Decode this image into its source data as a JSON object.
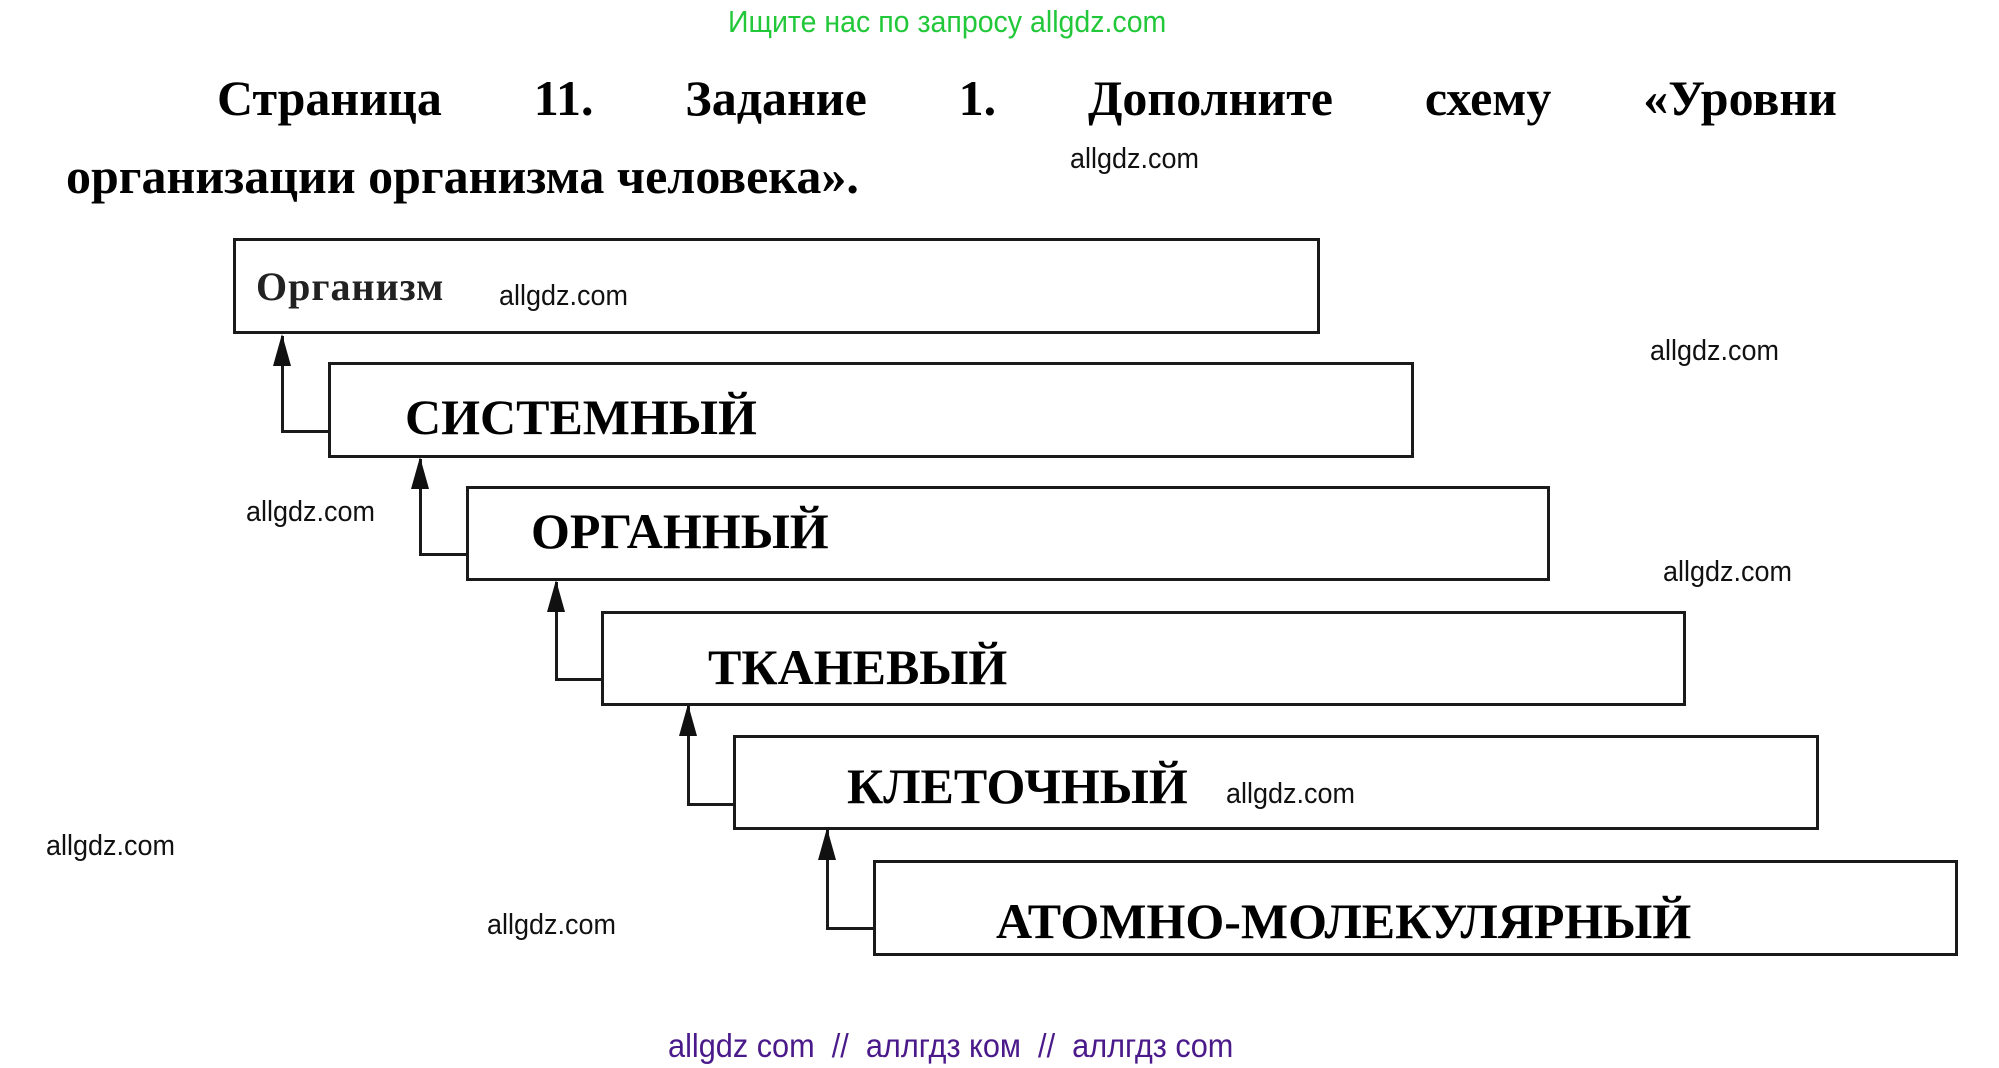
{
  "banner": {
    "text": "Ищите нас по запросу allgdz.com",
    "color": "#22C83A"
  },
  "title": {
    "line1_words": [
      "Страница",
      "11.",
      "Задание",
      "1.",
      "Дополните",
      "схему",
      "«Уровни"
    ],
    "line2": "организации организма человека»."
  },
  "diagram": {
    "boxes": [
      {
        "label": "Организм"
      },
      {
        "label": "СИСТЕМНЫЙ"
      },
      {
        "label": "ОРГАННЫЙ"
      },
      {
        "label": "ТКАНЕВЫЙ"
      },
      {
        "label": "КЛЕТОЧНЫЙ"
      },
      {
        "label": "АТОМНО-МОЛЕКУЛЯРНЫЙ"
      }
    ],
    "arrow_direction": "up"
  },
  "watermarks": [
    {
      "text": "allgdz.com"
    },
    {
      "text": "allgdz.com"
    },
    {
      "text": "allgdz.com"
    },
    {
      "text": "allgdz.com"
    },
    {
      "text": "allgdz.com"
    },
    {
      "text": "allgdz.com"
    },
    {
      "text": "allgdz.com"
    },
    {
      "text": "allgdz.com"
    }
  ],
  "footer": {
    "text": "allgdz com  //  аллгдз ком  //  аллгдз com",
    "color": "#4B1A8A"
  }
}
